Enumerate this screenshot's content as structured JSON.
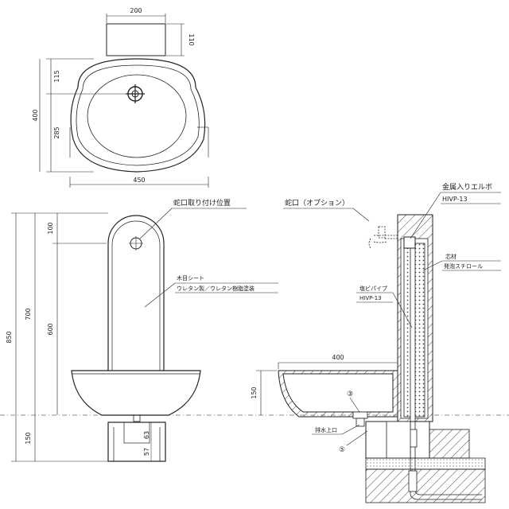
{
  "top_box": {
    "width": "200",
    "height": "110"
  },
  "plan_view": {
    "dim_115": "115",
    "dim_400": "400",
    "dim_285": "285",
    "dim_450": "450"
  },
  "front_view": {
    "dim_850": "850",
    "dim_700": "700",
    "dim_100": "100",
    "dim_600": "600",
    "dim_150": "150",
    "dim_57": "57",
    "dim_63": "63",
    "faucet_position_label": "蛇口取り付け位置",
    "woodgrain_sheet_label": "木目シート",
    "woodgrain_sheet_sub": "ウレタン製／ウレタン樹脂塗装"
  },
  "section_view": {
    "faucet_option_label": "蛇口（オプション）",
    "metal_elbow_label": "金属入りエルボ",
    "metal_elbow_sub": "HIVP-13",
    "core_label": "芯材",
    "core_sub": "発泡スチロール",
    "pvc_pipe_label": "塩ビパイプ",
    "pvc_pipe_sub": "HIVP-13",
    "dim_400": "400",
    "dim_150": "150",
    "callout_3": "③",
    "drain_label": "排水上口",
    "callout_5": "⑤"
  }
}
